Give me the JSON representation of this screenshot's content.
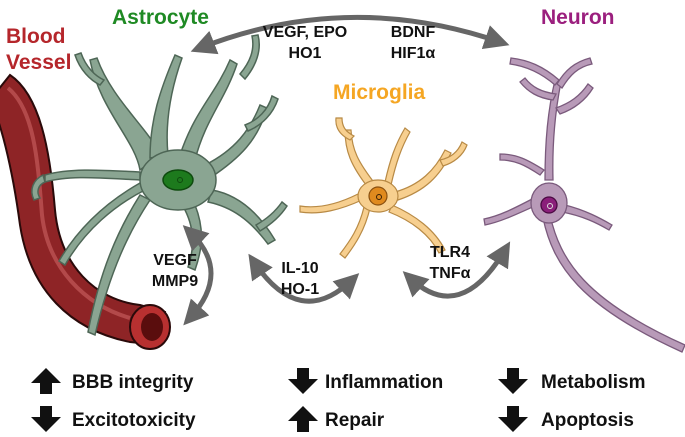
{
  "cells": {
    "blood_vessel": {
      "line1": "Blood",
      "line2": "Vessel",
      "color": "#b5262b"
    },
    "astrocyte": {
      "label": "Astrocyte",
      "color": "#1f8a24"
    },
    "microglia": {
      "label": "Microglia",
      "color": "#f5a623"
    },
    "neuron": {
      "label": "Neuron",
      "color": "#9b1f7e"
    }
  },
  "signals": {
    "astro_to_neuron_left": [
      "VEGF, EPO",
      "HO1"
    ],
    "astro_to_neuron_right": [
      "BDNF",
      "HIF1α"
    ],
    "astro_vessel": [
      "VEGF",
      "MMP9"
    ],
    "astro_microglia": [
      "IL-10",
      "HO-1"
    ],
    "microglia_neuron": [
      "TLR4",
      "TNFα"
    ]
  },
  "effects": {
    "vessel": [
      {
        "direction": "up",
        "label": "BBB integrity"
      },
      {
        "direction": "down",
        "label": "Excitotoxicity"
      }
    ],
    "microglia": [
      {
        "direction": "down",
        "label": "Inflammation"
      },
      {
        "direction": "up",
        "label": "Repair"
      }
    ],
    "neuron": [
      {
        "direction": "down",
        "label": "Metabolism"
      },
      {
        "direction": "down",
        "label": "Apoptosis"
      }
    ]
  }
}
